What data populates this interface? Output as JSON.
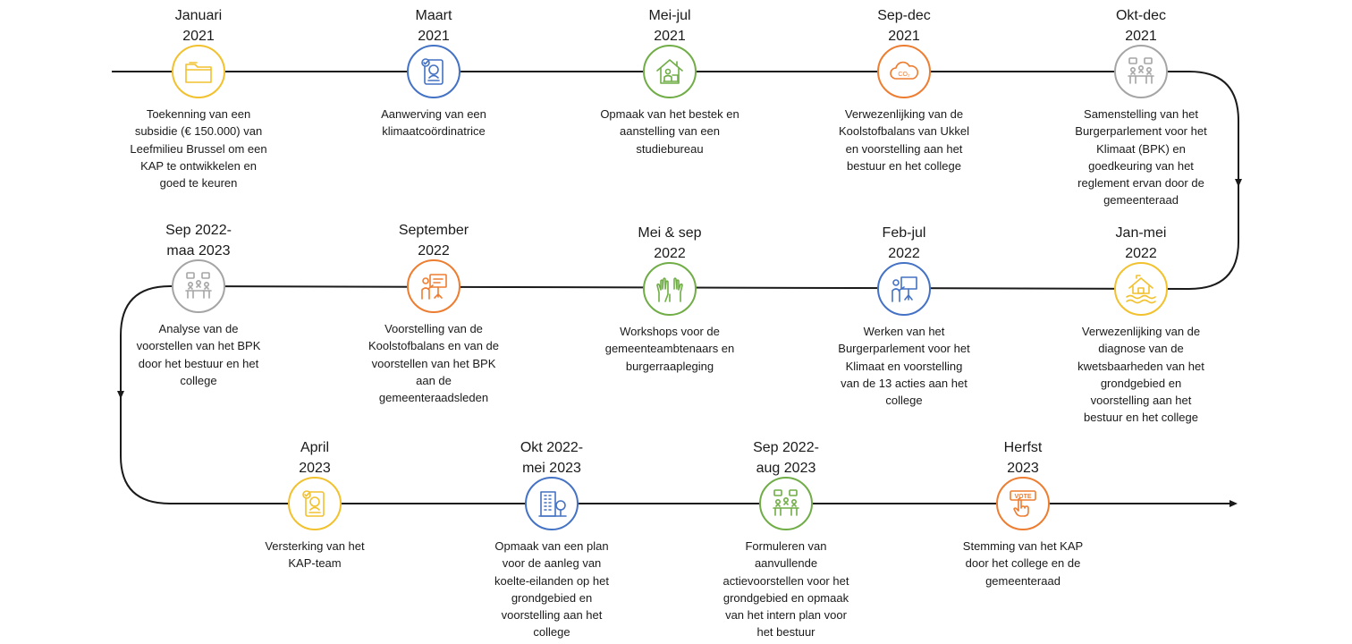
{
  "milestones": [
    {
      "date": [
        "Januari",
        "2021"
      ],
      "desc": [
        "Toekenning van een",
        "subsidie (€ 150.000) van",
        "Leefmilieu Brussel om een",
        "KAP te ontwikkelen en",
        "goed te keuren"
      ],
      "color": "#F2C12E",
      "icon": "folder-icon"
    },
    {
      "date": [
        "Maart",
        "2021"
      ],
      "desc": [
        "Aanwerving van een",
        "klimaatcoördinatrice"
      ],
      "color": "#4472C4",
      "icon": "resume-icon"
    },
    {
      "date": [
        "Mei-jul",
        "2021"
      ],
      "desc": [
        "Opmaak van het bestek en",
        "aanstelling van een",
        "studiebureau"
      ],
      "color": "#70AD47",
      "icon": "house-desk-icon"
    },
    {
      "date": [
        "Sep-dec",
        "2021"
      ],
      "desc": [
        "Verwezenlijking van de",
        "Koolstofbalans van Ukkel",
        "en voorstelling aan het",
        "bestuur en het college"
      ],
      "color": "#ED7D31",
      "icon": "co2-cloud-icon",
      "icon_text": "CO₂"
    },
    {
      "date": [
        "Okt-dec",
        "2021"
      ],
      "desc": [
        "Samenstelling van het",
        "Burgerparlement voor het",
        "Klimaat (BPK) en",
        "goedkeuring van het",
        "reglement ervan door de",
        "gemeenteraad"
      ],
      "color": "#A5A5A5",
      "icon": "meeting-table-icon"
    },
    {
      "date": [
        "Jan-mei",
        "2022"
      ],
      "desc": [
        "Verwezenlijking van de",
        "diagnose van de",
        "kwetsbaarheden van het",
        "grondgebied en",
        "voorstelling aan het",
        "bestuur en het college"
      ],
      "color": "#F2C12E",
      "icon": "flooded-house-icon"
    },
    {
      "date": [
        "Feb-jul",
        "2022"
      ],
      "desc": [
        "Werken van het",
        "Burgerparlement voor het",
        "Klimaat en voorstelling",
        "van de 13 acties aan het",
        "college"
      ],
      "color": "#4472C4",
      "icon": "presenter-icon"
    },
    {
      "date": [
        "Mei & sep",
        "2022"
      ],
      "desc": [
        "Workshops voor de",
        "gemeenteambtenaars en",
        "burgerraapleging"
      ],
      "color": "#70AD47",
      "icon": "raised-hands-icon"
    },
    {
      "date": [
        "September",
        "2022"
      ],
      "desc": [
        "Voorstelling van de",
        "Koolstofbalans en van de",
        "voorstellen van het BPK",
        "aan de",
        "gemeenteraadsleden"
      ],
      "color": "#ED7D31",
      "icon": "presentation-board-icon"
    },
    {
      "date": [
        "Sep 2022-",
        "maa 2023"
      ],
      "desc": [
        "Analyse van de",
        "voorstellen van het BPK",
        "door het bestuur en het",
        "college"
      ],
      "color": "#A5A5A5",
      "icon": "meeting-table-icon"
    },
    {
      "date": [
        "April",
        "2023"
      ],
      "desc": [
        "Versterking van het",
        "KAP-team"
      ],
      "color": "#F2C12E",
      "icon": "resume-icon"
    },
    {
      "date": [
        "Okt 2022-",
        "mei 2023"
      ],
      "desc": [
        "Opmaak van een plan",
        "voor de aanleg van",
        "koelte-eilanden op het",
        "grondgebied en",
        "voorstelling aan het",
        "college"
      ],
      "color": "#4472C4",
      "icon": "building-tree-icon"
    },
    {
      "date": [
        "Sep 2022-",
        "aug 2023"
      ],
      "desc": [
        "Formuleren van",
        "aanvullende",
        "actievoorstellen voor het",
        "grondgebied en opmaak",
        "van het intern plan voor",
        "het bestuur"
      ],
      "color": "#70AD47",
      "icon": "meeting-table-icon"
    },
    {
      "date": [
        "Herfst",
        "2023"
      ],
      "desc": [
        "Stemming van het KAP",
        "door het college en de",
        "gemeenteraad"
      ],
      "color": "#ED7D31",
      "icon": "vote-sign-icon",
      "icon_text": "VOTE"
    }
  ],
  "line_color": "#1a1a1a"
}
